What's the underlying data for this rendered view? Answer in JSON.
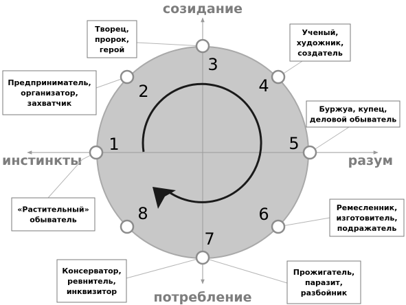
{
  "axes": {
    "top": "созидание",
    "bottom": "потребление",
    "left": "инстинкты",
    "right": "разум"
  },
  "nodes": [
    {
      "number": "1",
      "lines": [
        "«Растительный»",
        "обыватель"
      ]
    },
    {
      "number": "2",
      "lines": [
        "Предприниматель,",
        "организатор,",
        "захватчик"
      ]
    },
    {
      "number": "3",
      "lines": [
        "Творец,",
        "пророк,",
        "герой"
      ]
    },
    {
      "number": "4",
      "lines": [
        "Ученый,",
        "художник,",
        "создатель"
      ]
    },
    {
      "number": "5",
      "lines": [
        "Буржуа, купец,",
        "деловой обыватель"
      ]
    },
    {
      "number": "6",
      "lines": [
        "Ремесленник,",
        "изготовитель,",
        "подражатель"
      ]
    },
    {
      "number": "7",
      "lines": [
        "Консерватор,",
        "ревнитель,",
        "инквизитор"
      ]
    },
    {
      "number": "8",
      "lines": [
        "Прожигатель,",
        "паразит,",
        "разбойник"
      ]
    }
  ],
  "colors": {
    "disk_fill": "#c8c8c8",
    "disk_stroke": "#a9a9a9",
    "axis": "#9a9a9a",
    "leader": "#b5b5b5",
    "box_border": "#7a7a7a",
    "arrow": "#1a1a1a"
  }
}
